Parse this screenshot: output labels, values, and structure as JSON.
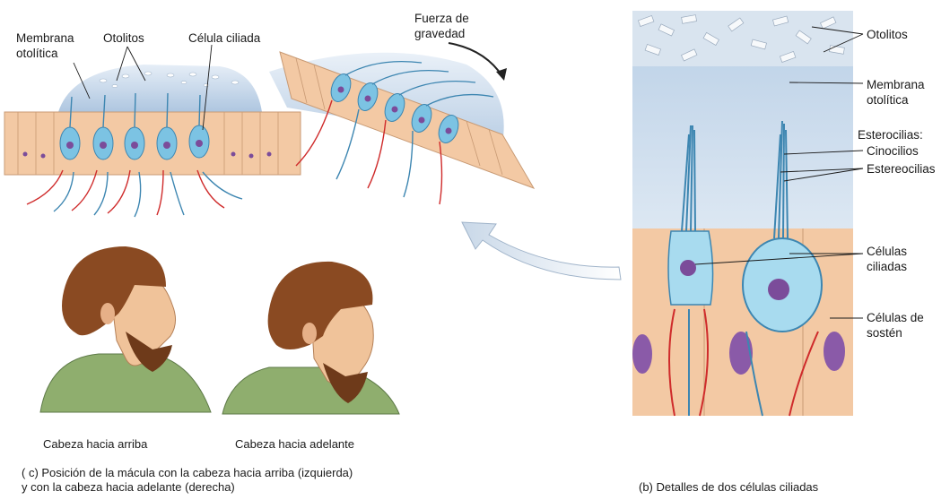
{
  "labels_macula": {
    "membrana": "Membrana\notolítica",
    "otolitos": "Otolitos",
    "celula_ciliada": "Célula ciliada",
    "fuerza": "Fuerza de\ngravedad"
  },
  "labels_detail": {
    "otolitos": "Otolitos",
    "membrana": "Membrana\notolítica",
    "esterocilias": "Esterocilias:",
    "cinocilios": "Cinocilios",
    "estereocilias": "Estereocilias",
    "celulas_ciliadas": "Células\nciliadas",
    "celulas_sosten": "Células de\nsostén"
  },
  "head_labels": {
    "arriba": "Cabeza hacia arriba",
    "adelante": "Cabeza hacia adelante"
  },
  "captions": {
    "c": "( c) Posición de la mácula con la cabeza hacia arriba (izquierda)\ny con la cabeza hacia adelante (derecha)",
    "b": "(b) Detalles de dos células ciliadas"
  },
  "colors": {
    "cell_orange": "#f3c9a4",
    "cell_blue": "#7cc3e3",
    "nucleus_purple": "#7b4c9a",
    "gel_blue": "#c7d7e9",
    "nerve_red": "#cf2b2b",
    "hair_brown": "#8a4a22",
    "shirt_green": "#8fae6e"
  }
}
